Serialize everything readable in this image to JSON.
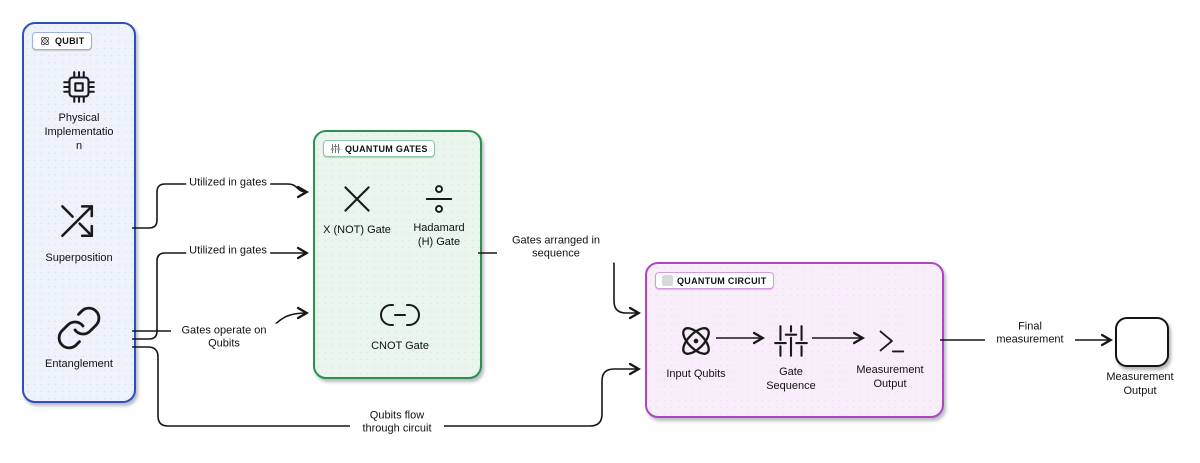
{
  "groups": {
    "qubit": {
      "title": "QUBIT",
      "icon": "atom-icon",
      "accent": "#2d4fc2",
      "fill": "#edf2fb",
      "pill_border": "#9fb0e0",
      "nodes": {
        "physical": {
          "label": "Physical Implementation",
          "icon": "chip-icon"
        },
        "superposition": {
          "label": "Superposition",
          "icon": "shuffle-icon"
        },
        "entanglement": {
          "label": "Entanglement",
          "icon": "chain-link-icon"
        }
      }
    },
    "gates": {
      "title": "QUANTUM GATES",
      "icon": "sliders-icon",
      "accent": "#2c9150",
      "fill": "#eaf5ee",
      "pill_border": "#8ec8a4",
      "nodes": {
        "xnot": {
          "label": "X (NOT) Gate",
          "icon": "x-icon"
        },
        "hadamard": {
          "label": "Hadamard (H) Gate",
          "icon": "divide-icon"
        },
        "cnot": {
          "label": "CNOT Gate",
          "icon": "capsule-dash-icon"
        }
      }
    },
    "circuit": {
      "title": "QUANTUM CIRCUIT",
      "icon": "square-icon",
      "accent": "#ae46c4",
      "fill": "#f8eefa",
      "pill_border": "#d39adf",
      "nodes": {
        "input": {
          "label": "Input Qubits",
          "icon": "atom-icon"
        },
        "sequence": {
          "label": "Gate Sequence",
          "icon": "sliders-icon"
        },
        "measure": {
          "label": "Measurement Output",
          "icon": "terminal-icon"
        }
      }
    }
  },
  "final_node": {
    "label": "Measurement Output"
  },
  "edges": [
    {
      "label": "Utilized in gates",
      "from": "Superposition",
      "to": "Quantum Gates"
    },
    {
      "label": "Utilized in gates",
      "from": "Entanglement",
      "to": "Quantum Gates"
    },
    {
      "label": "Gates operate on Qubits",
      "from": "Entanglement",
      "to": "Quantum Gates"
    },
    {
      "label": "Qubits flow through circuit",
      "from": "Qubit",
      "to": "Quantum Circuit"
    },
    {
      "label": "Gates arranged in sequence",
      "from": "Quantum Gates",
      "to": "Quantum Circuit"
    },
    {
      "label": "Final measurement",
      "from": "Quantum Circuit",
      "to": "Measurement Output"
    },
    {
      "label": "",
      "from": "Input Qubits",
      "to": "Gate Sequence"
    },
    {
      "label": "",
      "from": "Gate Sequence",
      "to": "Measurement Output"
    }
  ],
  "edge_color": "#161616"
}
